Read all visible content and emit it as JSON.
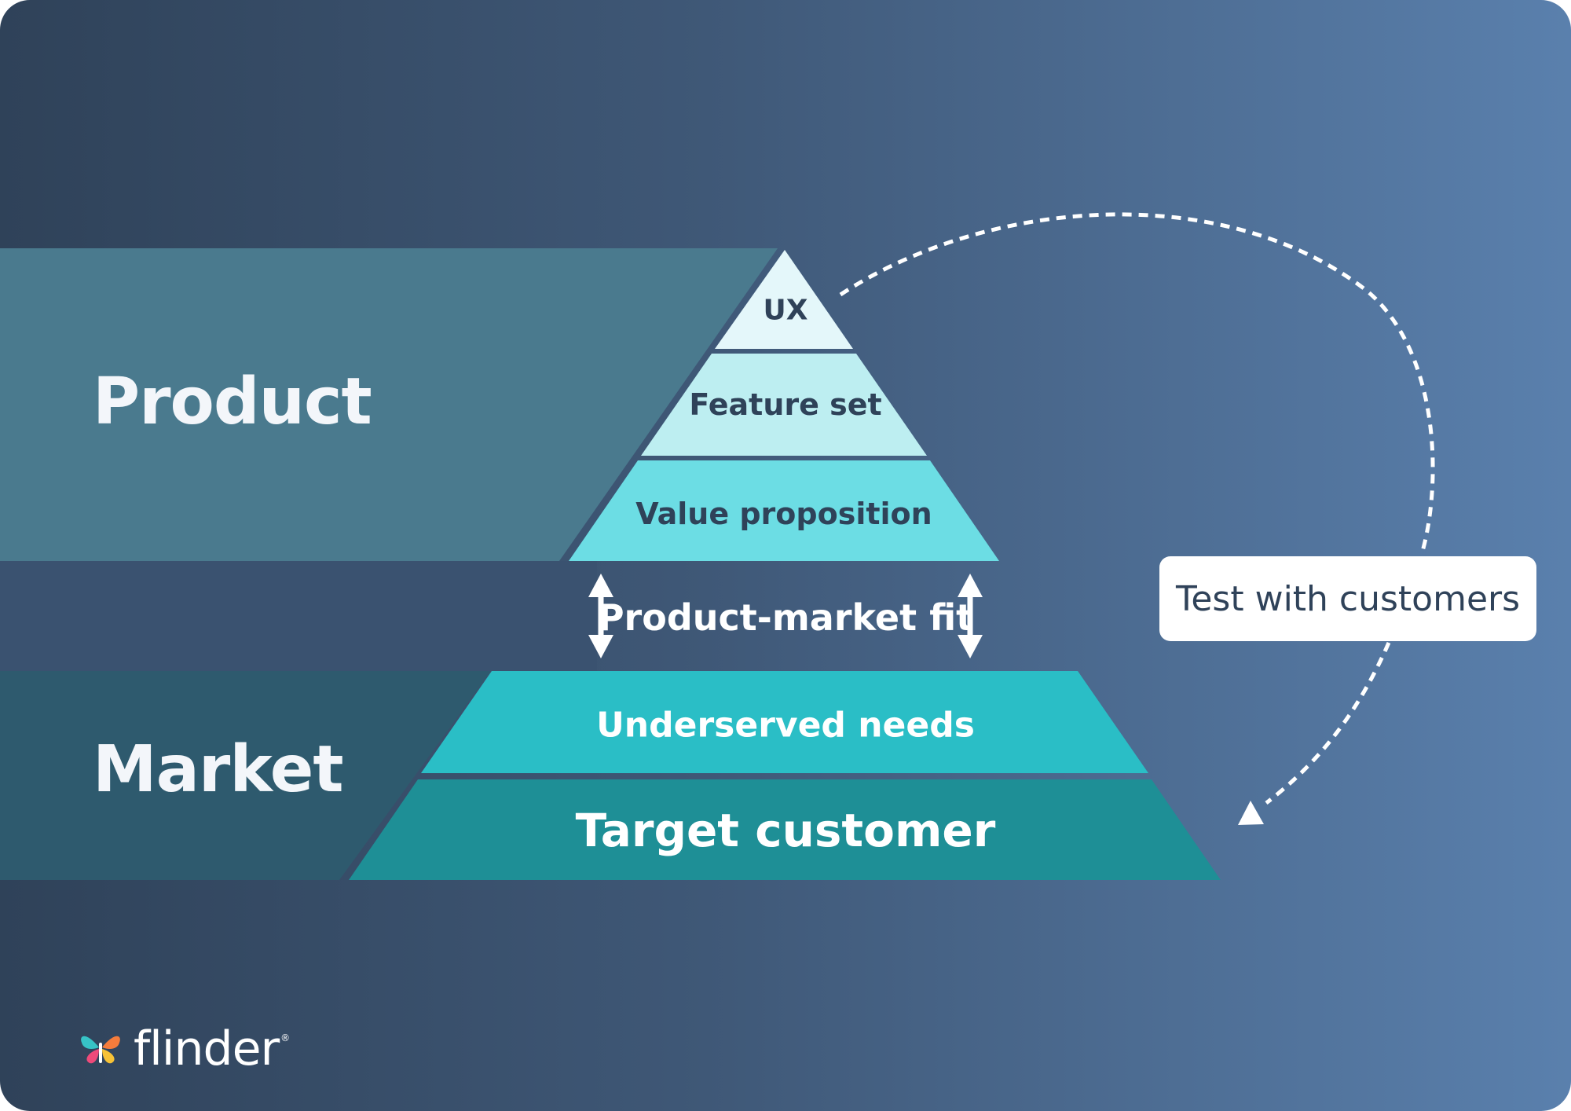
{
  "groups": {
    "product": "Product",
    "market": "Market"
  },
  "pyramid": {
    "layers": [
      {
        "label": "UX",
        "fill": "#e4f7fa",
        "text_color": "#2f4259"
      },
      {
        "label": "Feature set",
        "fill": "#bdeef1",
        "text_color": "#2f4259"
      },
      {
        "label": "Value proposition",
        "fill": "#6cdde4",
        "text_color": "#2f4259"
      },
      {
        "label": "Underserved needs",
        "fill": "#2abec6",
        "text_color": "#ffffff"
      },
      {
        "label": "Target customer",
        "fill": "#1e8f96",
        "text_color": "#ffffff"
      }
    ],
    "fit_label": "Product-market fit"
  },
  "callout": {
    "label": "Test with customers"
  },
  "logo": {
    "name": "flinder",
    "registered": "®"
  },
  "colors": {
    "product_band": "#4a7a8e",
    "market_band": "#2e5a6e",
    "fit_band": "#3a5270",
    "arrow": "#ffffff"
  }
}
